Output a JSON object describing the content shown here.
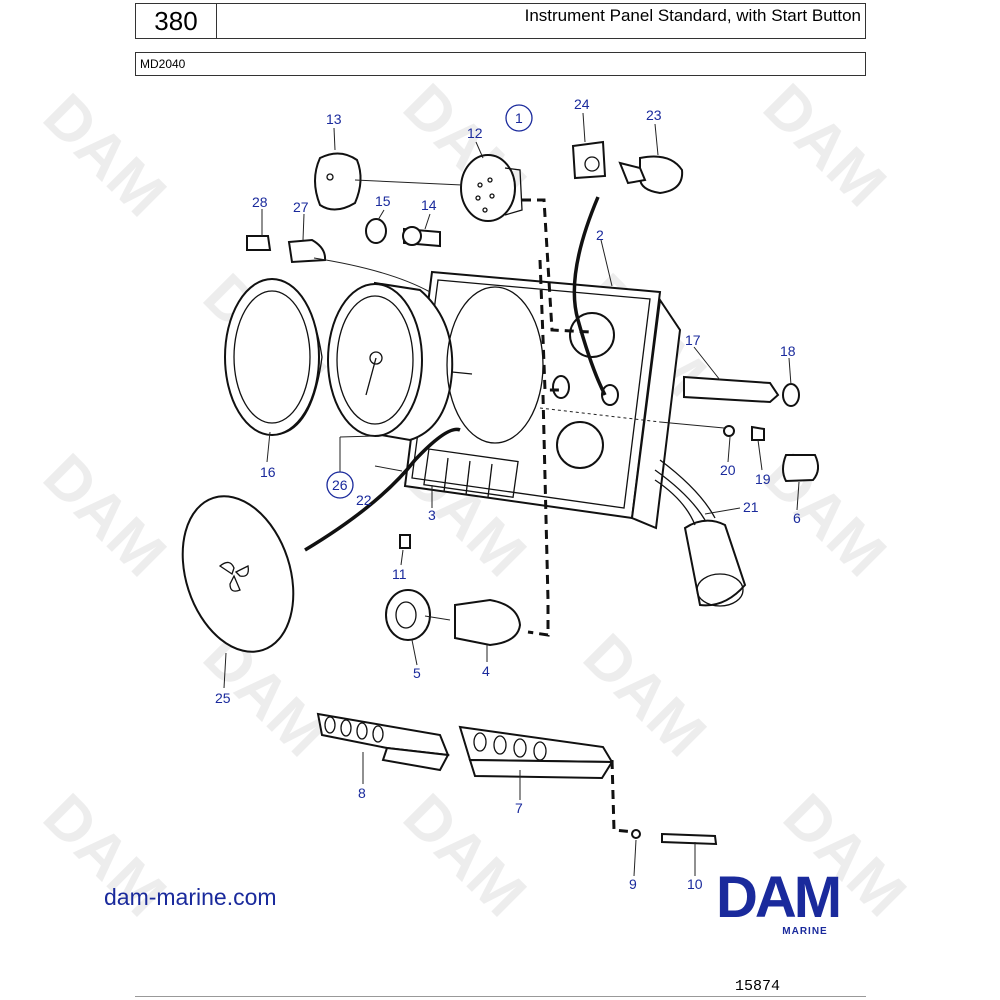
{
  "header": {
    "page_number": "380",
    "title": "Instrument Panel Standard, with Start Button",
    "model": "MD2040"
  },
  "callouts": {
    "c1": "1",
    "c2": "2",
    "c3": "3",
    "c4": "4",
    "c5": "5",
    "c6": "6",
    "c7": "7",
    "c8": "8",
    "c9": "9",
    "c10": "10",
    "c11": "11",
    "c12": "12",
    "c13": "13",
    "c14": "14",
    "c15": "15",
    "c16": "16",
    "c17": "17",
    "c18": "18",
    "c19": "19",
    "c20": "20",
    "c21": "21",
    "c22": "22",
    "c23": "23",
    "c24": "24",
    "c25": "25",
    "c26": "26",
    "c27": "27",
    "c28": "28"
  },
  "watermark": "DAM",
  "footer": {
    "website": "dam-marine.com",
    "logo_text": "DAM",
    "logo_subtext": "MARINE",
    "drawing_number": "15874"
  },
  "colors": {
    "callout": "#1a2a9c",
    "brand": "#1a2a9c",
    "watermark": "#d9d9d9"
  }
}
